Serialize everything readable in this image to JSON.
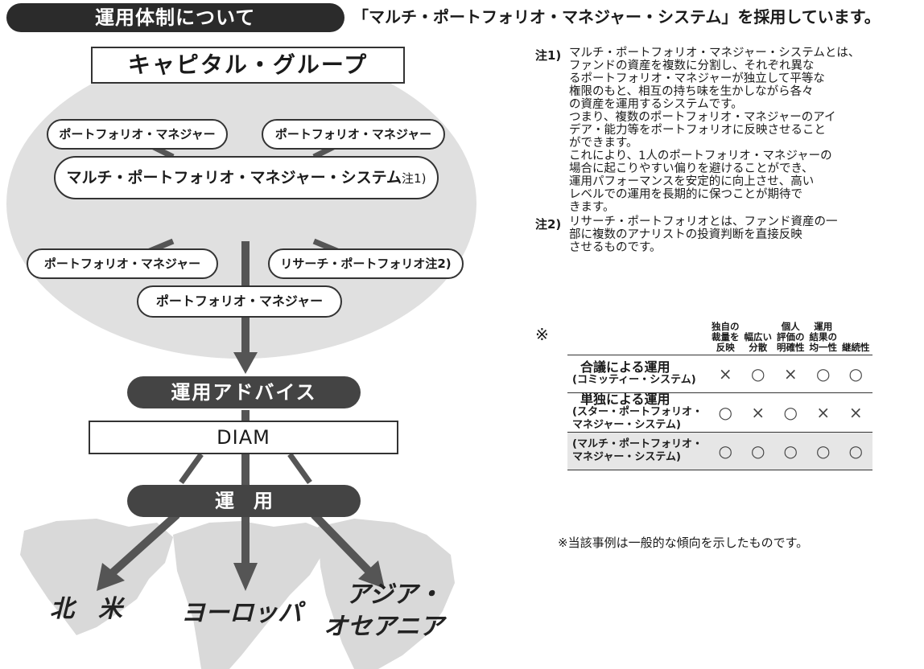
{
  "header": {
    "badge": "運用体制について",
    "subtitle": "「マルチ・ポートフォリオ・マネジャー・システム」を採用しています。"
  },
  "diagram": {
    "company": "キャピタル・グループ",
    "pm_label": "ポートフォリオ・マネジャー",
    "mpms_label": "マルチ・ポートフォリオ・マネジャー・システム",
    "mpms_note": "注1)",
    "research_label": "リサーチ・ポートフォリオ",
    "research_note": "注2)",
    "advice_label": "運用アドバイス",
    "diam_label": "DIAM",
    "operation_label": "運　用",
    "regions": [
      "北　米",
      "ヨーロッパ",
      "アジア・",
      "オセアニア"
    ]
  },
  "notes": {
    "note1_label": "注1)",
    "note1_lines": [
      "マルチ・ポートフォリオ・マネジャー・システムとは、",
      "ファンドの資産を複数に分割し、それぞれ異な",
      "るポートフォリオ・マネジャーが独立して平等な",
      "権限のもと、相互の持ち味を生かしながら各々",
      "の資産を運用するシステムです。",
      "つまり、複数のポートフォリオ・マネジャーのアイ",
      "デア・能力等をポートフォリオに反映させること",
      "ができます。",
      "これにより、1人のポートフォリオ・マネジャーの",
      "場合に起こりやすい偏りを避けることができ、",
      "運用パフォーマンスを安定的に向上させ、高い",
      "レベルでの運用を長期的に保つことが期待で",
      "きます。"
    ],
    "note2_label": "注2)",
    "note2_lines": [
      "リサーチ・ポートフォリオとは、ファンド資産の一",
      "部に複数のアナリストの投資判断を直接反映",
      "させるものです。"
    ]
  },
  "table": {
    "asterisk": "※",
    "headers": [
      [
        "独自の",
        "裁量を",
        "反映"
      ],
      [
        "幅広い",
        "分散"
      ],
      [
        "個人",
        "評価の",
        "明確性"
      ],
      [
        "運用",
        "結果の",
        "均一性"
      ],
      [
        "継続性"
      ]
    ],
    "rows": [
      {
        "label": [
          "合議による運用",
          "(コミッティー・システム)"
        ],
        "values": [
          "×",
          "○",
          "×",
          "○",
          "○"
        ]
      },
      {
        "label": [
          "単独による運用",
          "(スター・ポートフォリオ・",
          "マネジャー・システム)"
        ],
        "values": [
          "○",
          "×",
          "○",
          "×",
          "×"
        ]
      },
      {
        "label": [
          "(マルチ・ポートフォリオ・",
          "マネジャー・システム)"
        ],
        "values": [
          "○",
          "○",
          "○",
          "○",
          "○"
        ]
      }
    ],
    "footnote": "※当該事例は一般的な傾向を示したものです。"
  }
}
